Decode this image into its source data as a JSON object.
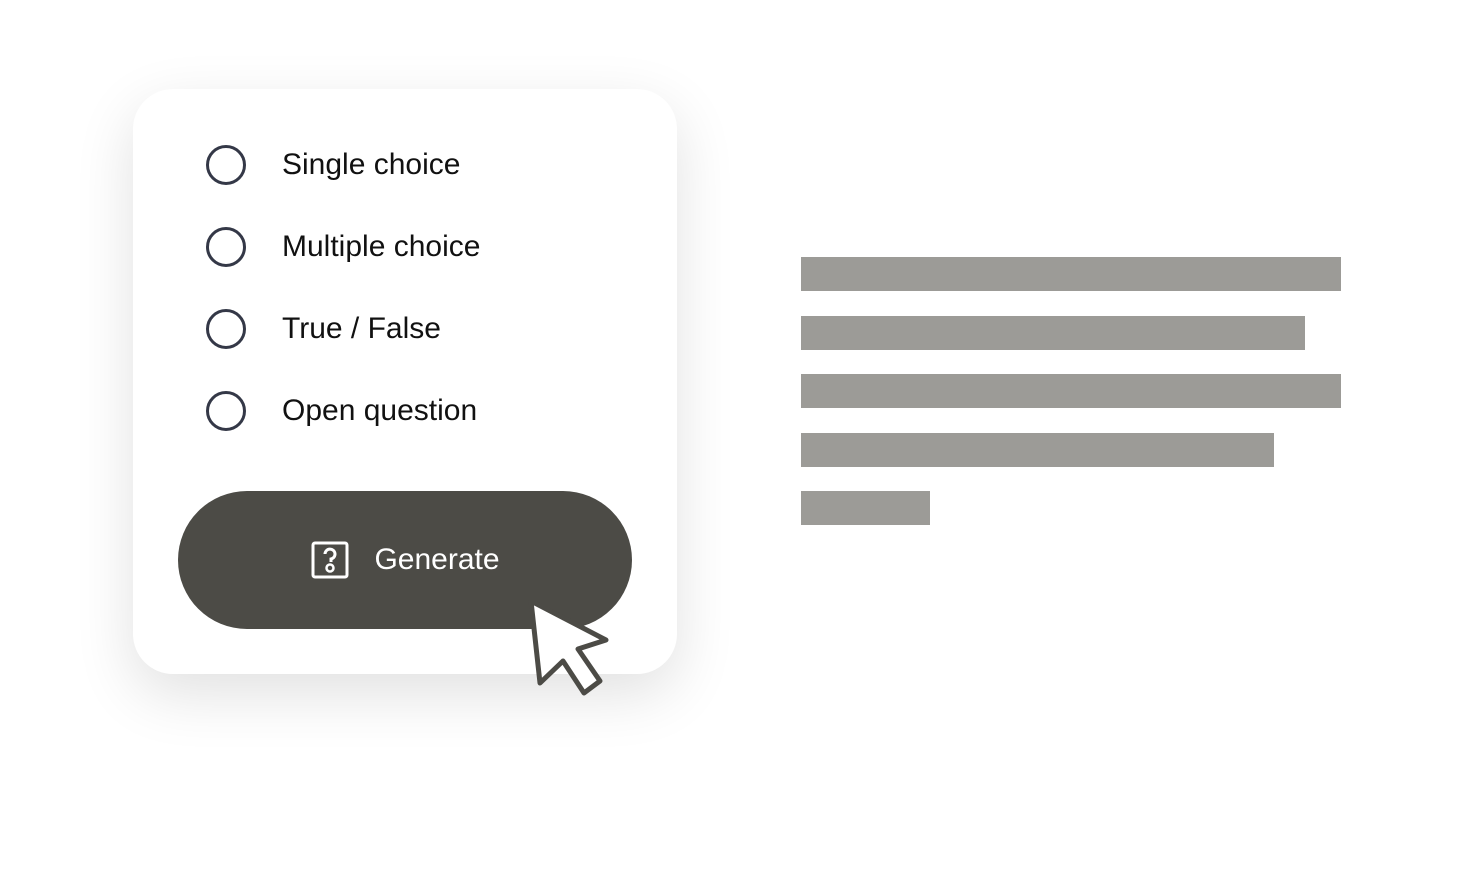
{
  "options": [
    "Single choice",
    "Multiple choice",
    "True / False",
    "Open question"
  ],
  "button": {
    "label": "Generate",
    "icon": "question-box-icon"
  },
  "colors": {
    "button": "#4c4b46",
    "placeholder": "#9c9b97",
    "radio": "#343847"
  }
}
